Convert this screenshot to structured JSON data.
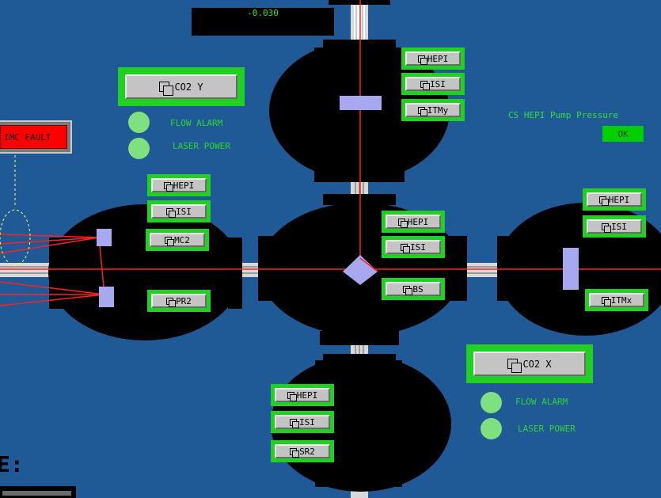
{
  "readout": {
    "value": "-0.030"
  },
  "fault": {
    "label": "IMC FAULT"
  },
  "co2_y": {
    "button": "CO2 Y",
    "flow_alarm": "FLOW ALARM",
    "laser_power": "LASER POWER"
  },
  "co2_x": {
    "button": "CO2 X",
    "flow_alarm": "FLOW ALARM",
    "laser_power": "LASER POWER"
  },
  "pump": {
    "title": "CS HEPI Pump Pressure",
    "status": "OK"
  },
  "itmy_chamber": {
    "hepi": "HEPI",
    "isi": "ISI",
    "optic": "ITMy"
  },
  "ham_chamber": {
    "hepi": "HEPI",
    "isi": "ISI",
    "mc2": "MC2",
    "pr2": "PR2"
  },
  "bs_chamber": {
    "hepi": "HEPI",
    "isi": "ISI",
    "optic": "BS"
  },
  "itmx_chamber": {
    "hepi": "HEPI",
    "isi": "ISI",
    "optic": "ITMx"
  },
  "sr2_chamber": {
    "hepi": "HEPI",
    "isi": "ISI",
    "optic": "SR2"
  },
  "colors": {
    "background": "#1f5a96",
    "chamber": "#000000",
    "beam": "#ff0000",
    "button_frame": "#22d022",
    "led_on": "#7ee07e",
    "optic": "#a8a8f0",
    "fault": "#ff0000"
  },
  "bottom_left_glyph": "E:"
}
